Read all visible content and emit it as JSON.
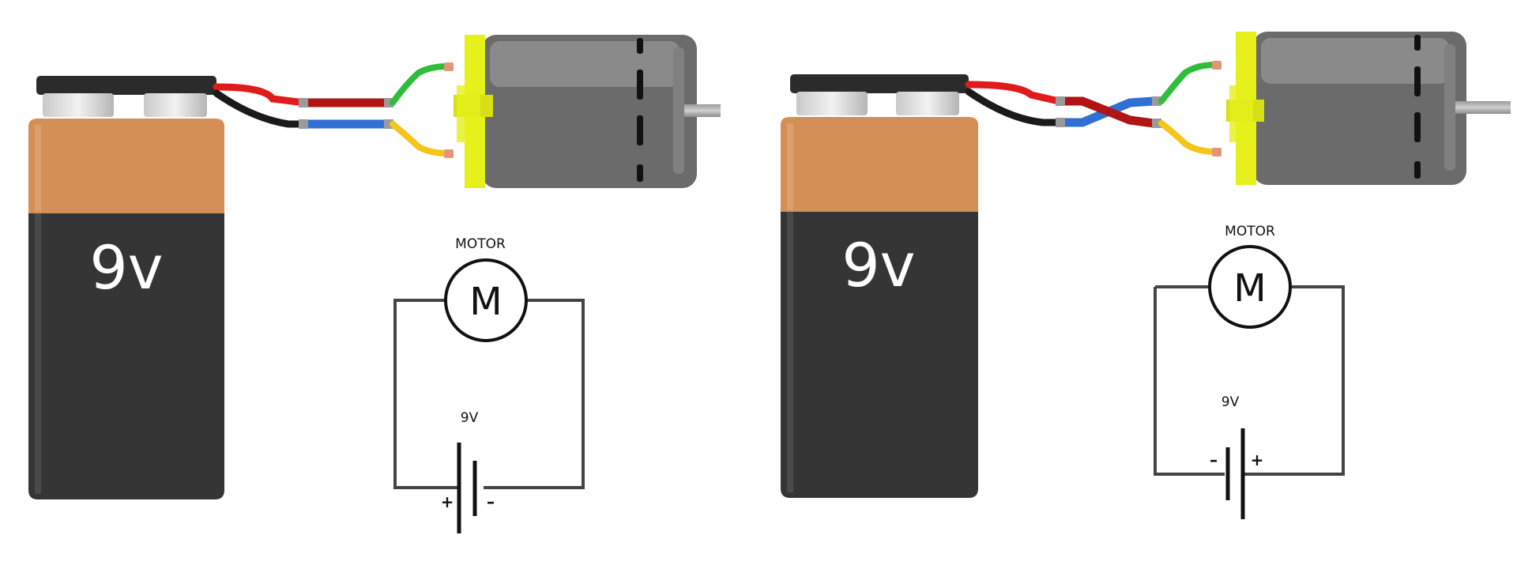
{
  "panels": [
    {
      "wiring": "straight",
      "battery_label": "9v",
      "schematic": {
        "motor_label": "MOTOR",
        "motor_symbol": "M",
        "battery_label": "9V",
        "left_terminal": "+",
        "right_terminal": "–"
      }
    },
    {
      "wiring": "crossed",
      "battery_label": "9v",
      "schematic": {
        "motor_label": "MOTOR",
        "motor_symbol": "M",
        "battery_label": "9V",
        "left_terminal": "–",
        "right_terminal": "+"
      }
    }
  ],
  "colors": {
    "battery_copper": "#d38f55",
    "battery_body": "#353535",
    "battery_cap": "#2b2b2b",
    "wire_red": "#e01b1b",
    "wire_dark_red": "#b01515",
    "wire_black": "#1a1a1a",
    "wire_blue": "#2f6fd6",
    "wire_green": "#2fbd3a",
    "wire_yellow": "#f5c518",
    "motor_body": "#6b6b6b",
    "motor_face": "#e6f01a"
  },
  "icons": [
    "battery-9v",
    "dc-motor",
    "motor-schematic-symbol",
    "battery-schematic-symbol"
  ]
}
